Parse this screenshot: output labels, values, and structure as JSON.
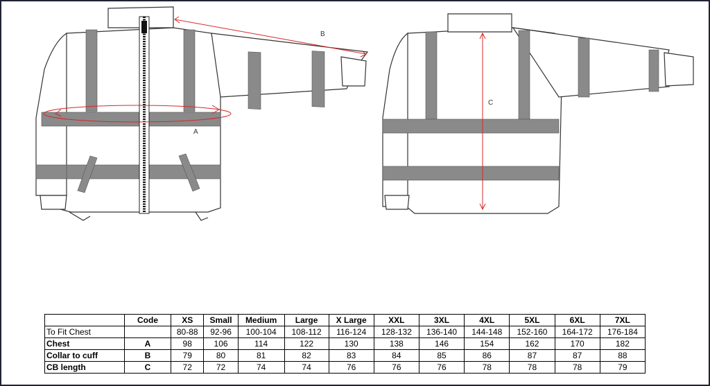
{
  "diagram": {
    "labels": {
      "a": "A",
      "b": "B",
      "c": "C"
    }
  },
  "size_chart": {
    "columns": [
      "",
      "Code",
      "XS",
      "Small",
      "Medium",
      "Large",
      "X Large",
      "XXL",
      "3XL",
      "4XL",
      "5XL",
      "6XL",
      "7XL"
    ],
    "rows": [
      {
        "label": "To Fit Chest",
        "code": "",
        "values": [
          "80-88",
          "92-96",
          "100-104",
          "108-112",
          "116-124",
          "128-132",
          "136-140",
          "144-148",
          "152-160",
          "164-172",
          "176-184"
        ]
      },
      {
        "label": "Chest",
        "code": "A",
        "values": [
          "98",
          "106",
          "114",
          "122",
          "130",
          "138",
          "146",
          "154",
          "162",
          "170",
          "182"
        ]
      },
      {
        "label": "Collar to cuff",
        "code": "B",
        "values": [
          "79",
          "80",
          "81",
          "82",
          "83",
          "84",
          "85",
          "86",
          "87",
          "87",
          "88"
        ]
      },
      {
        "label": "CB length",
        "code": "C",
        "values": [
          "72",
          "72",
          "74",
          "74",
          "76",
          "76",
          "76",
          "78",
          "78",
          "78",
          "79"
        ]
      }
    ]
  }
}
